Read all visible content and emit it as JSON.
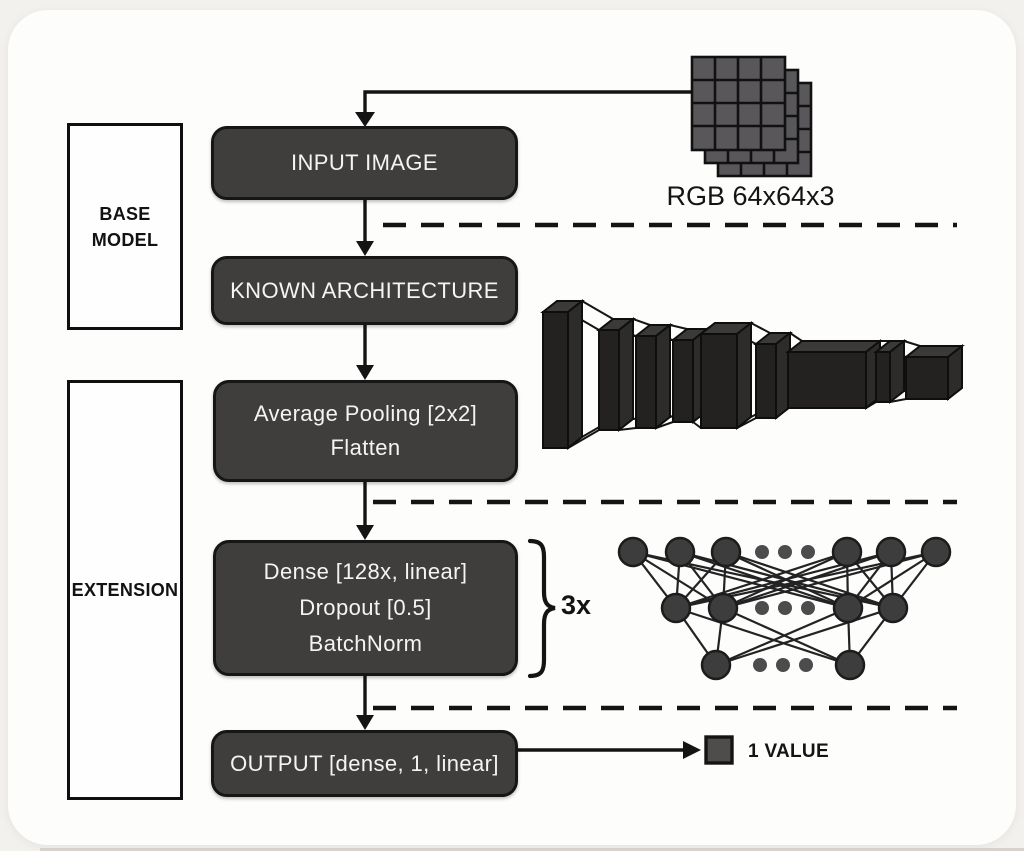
{
  "colors": {
    "box_fill": "#3f3e3c",
    "box_border": "#161616",
    "box_text": "#f4f4f4",
    "label_text": "#121212",
    "line_color": "#141414",
    "card_bg": "#fdfdfc",
    "page_bg": "#f3f1ee"
  },
  "left_labels": {
    "base_model_lines": [
      "BASE",
      "MODEL"
    ],
    "extension": "EXTENSION"
  },
  "flow": {
    "input_image": "INPUT IMAGE",
    "known_architecture": "KNOWN ARCHITECTURE",
    "avg_pool_lines": [
      "Average Pooling [2x2]",
      "Flatten"
    ],
    "dense_lines": [
      "Dense [128x, linear]",
      "Dropout [0.5]",
      "BatchNorm"
    ],
    "output": "OUTPUT [dense, 1, linear]"
  },
  "annotations": {
    "input_tensor": "RGB 64x64x3",
    "dense_repeat": "3x",
    "output_value": "1 VALUE"
  }
}
